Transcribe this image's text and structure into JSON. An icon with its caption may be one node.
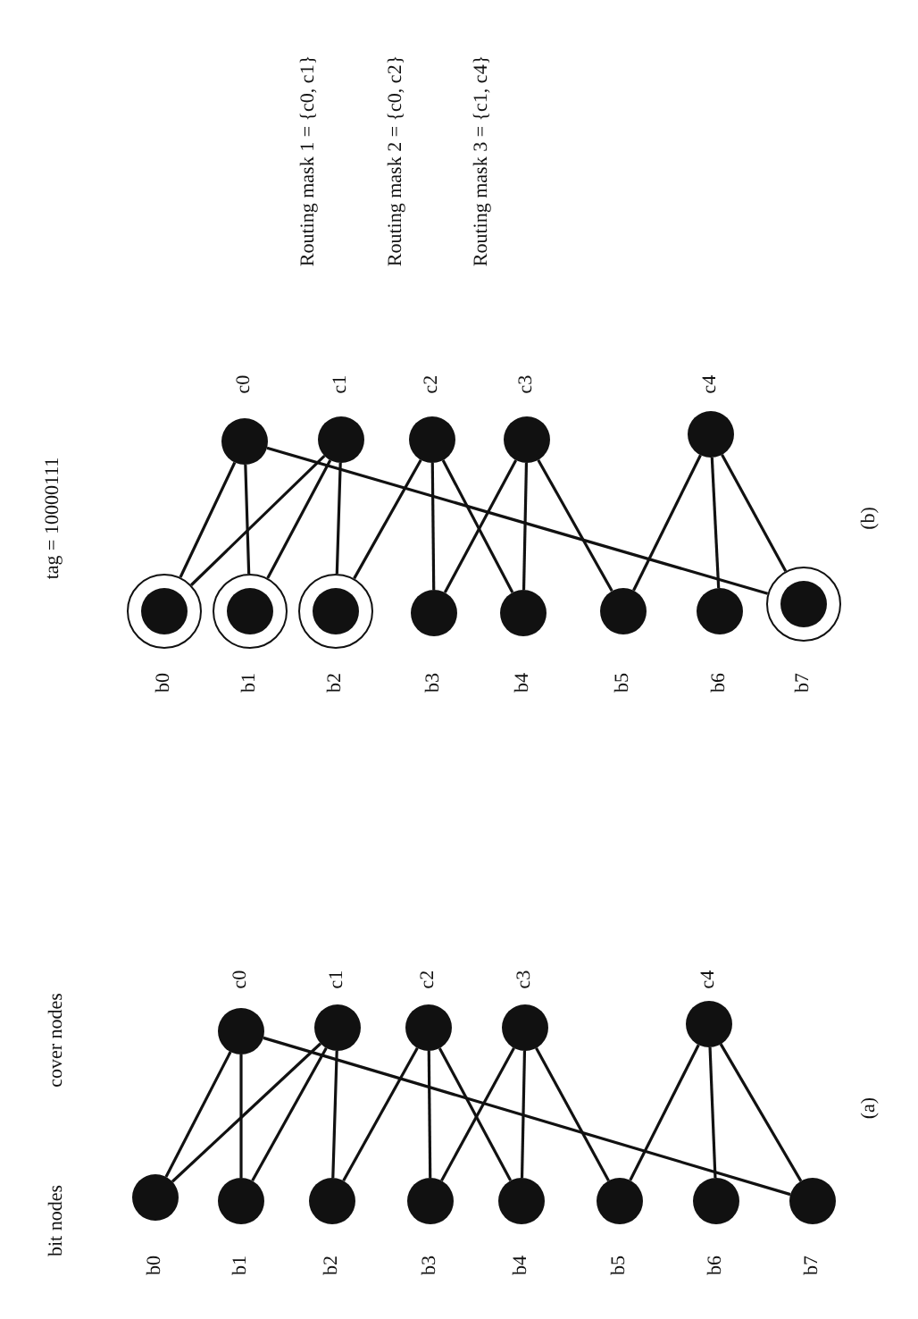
{
  "diagram": {
    "nodes": [
      {
        "text": [],
        "shape": "circle",
        "beside": [
          "b0"
        ]
      },
      {
        "text": [],
        "shape": "circle",
        "beside": [
          "b1"
        ]
      },
      {
        "text": [],
        "shape": "circle",
        "beside": [
          "b2"
        ]
      },
      {
        "text": [],
        "shape": "circle",
        "beside": [
          "b3"
        ]
      },
      {
        "text": [],
        "shape": "circle",
        "beside": [
          "b4"
        ]
      },
      {
        "text": [],
        "shape": "circle",
        "beside": [
          "b5"
        ]
      },
      {
        "text": [],
        "shape": "circle",
        "beside": [
          "b6"
        ]
      },
      {
        "text": [],
        "shape": "circle",
        "beside": [
          "b7"
        ]
      },
      {
        "text": [],
        "shape": "circle",
        "beside": [
          "c0"
        ]
      },
      {
        "text": [],
        "shape": "circle",
        "beside": [
          "c1"
        ]
      },
      {
        "text": [],
        "shape": "circle",
        "beside": [
          "c2"
        ]
      },
      {
        "text": [],
        "shape": "circle",
        "beside": [
          "c3"
        ]
      },
      {
        "text": [],
        "shape": "circle",
        "beside": [
          "c4"
        ]
      },
      {
        "text": [],
        "shape": "ringed-circle",
        "beside": [
          "b0"
        ]
      },
      {
        "text": [],
        "shape": "ringed-circle",
        "beside": [
          "b1"
        ]
      },
      {
        "text": [],
        "shape": "ringed-circle",
        "beside": [
          "b2"
        ]
      },
      {
        "text": [],
        "shape": "circle",
        "beside": [
          "b3"
        ]
      },
      {
        "text": [],
        "shape": "circle",
        "beside": [
          "b4"
        ]
      },
      {
        "text": [],
        "shape": "circle",
        "beside": [
          "b5"
        ]
      },
      {
        "text": [],
        "shape": "circle",
        "beside": [
          "b6"
        ]
      },
      {
        "text": [],
        "shape": "ringed-circle",
        "beside": [
          "b7"
        ]
      },
      {
        "text": [],
        "shape": "circle",
        "beside": [
          "c0"
        ]
      },
      {
        "text": [],
        "shape": "circle",
        "beside": [
          "c1"
        ]
      },
      {
        "text": [],
        "shape": "circle",
        "beside": [
          "c2"
        ]
      },
      {
        "text": [],
        "shape": "circle",
        "beside": [
          "c3"
        ]
      },
      {
        "text": [],
        "shape": "circle",
        "beside": [
          "c4"
        ]
      }
    ],
    "edges": [
      {
        "from": 8,
        "to": 0,
        "arrow": "none"
      },
      {
        "from": 8,
        "to": 1,
        "arrow": "none"
      },
      {
        "from": 8,
        "to": 7,
        "arrow": "none"
      },
      {
        "from": 9,
        "to": 0,
        "arrow": "none"
      },
      {
        "from": 9,
        "to": 1,
        "arrow": "none"
      },
      {
        "from": 9,
        "to": 2,
        "arrow": "none"
      },
      {
        "from": 10,
        "to": 2,
        "arrow": "none"
      },
      {
        "from": 10,
        "to": 3,
        "arrow": "none"
      },
      {
        "from": 10,
        "to": 4,
        "arrow": "none"
      },
      {
        "from": 11,
        "to": 3,
        "arrow": "none"
      },
      {
        "from": 11,
        "to": 4,
        "arrow": "none"
      },
      {
        "from": 11,
        "to": 5,
        "arrow": "none"
      },
      {
        "from": 12,
        "to": 5,
        "arrow": "none"
      },
      {
        "from": 12,
        "to": 6,
        "arrow": "none"
      },
      {
        "from": 12,
        "to": 7,
        "arrow": "none"
      },
      {
        "from": 21,
        "to": 13,
        "arrow": "none"
      },
      {
        "from": 21,
        "to": 14,
        "arrow": "none"
      },
      {
        "from": 21,
        "to": 20,
        "arrow": "none"
      },
      {
        "from": 22,
        "to": 13,
        "arrow": "none"
      },
      {
        "from": 22,
        "to": 14,
        "arrow": "none"
      },
      {
        "from": 22,
        "to": 15,
        "arrow": "none"
      },
      {
        "from": 23,
        "to": 15,
        "arrow": "none"
      },
      {
        "from": 23,
        "to": 16,
        "arrow": "none"
      },
      {
        "from": 23,
        "to": 17,
        "arrow": "none"
      },
      {
        "from": 24,
        "to": 16,
        "arrow": "none"
      },
      {
        "from": 24,
        "to": 17,
        "arrow": "none"
      },
      {
        "from": 24,
        "to": 18,
        "arrow": "none"
      },
      {
        "from": 25,
        "to": 18,
        "arrow": "none"
      },
      {
        "from": 25,
        "to": 19,
        "arrow": "none"
      },
      {
        "from": 25,
        "to": 20,
        "arrow": "none"
      }
    ],
    "labels": [
      "bit nodes",
      "cover nodes",
      "(a)",
      "tag = 10000111",
      "Routing mask 1 = {c0, c1}",
      "Routing mask 2 = {c0, c2}",
      "Routing mask 3 = {c1, c4}",
      "(b)"
    ]
  }
}
